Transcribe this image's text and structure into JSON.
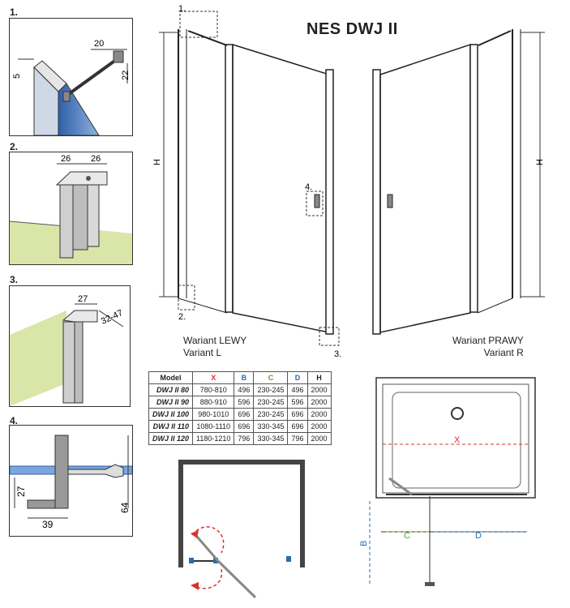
{
  "title": "NES DWJ II",
  "detail_numbers": [
    "1.",
    "2.",
    "3.",
    "4."
  ],
  "detail1": {
    "dims": [
      "20",
      "5",
      "22"
    ]
  },
  "detail2": {
    "dims": [
      "26",
      "26"
    ]
  },
  "detail3": {
    "dims": [
      "27",
      "32-47"
    ]
  },
  "detail4": {
    "dims": [
      "27",
      "39",
      "64"
    ]
  },
  "elevation": {
    "callouts": [
      "1.",
      "2.",
      "3.",
      "4."
    ],
    "h_label": "H",
    "left_variant": [
      "Wariant LEWY",
      "Variant L"
    ],
    "right_variant": [
      "Wariant PRAWY",
      "Variant R"
    ]
  },
  "table": {
    "headers": [
      "Model",
      "X",
      "B",
      "C",
      "D",
      "H"
    ],
    "header_colors": [
      "#222222",
      "#d9322b",
      "#2b6bb0",
      "#5aa02c",
      "#2b6bb0",
      "#222222"
    ],
    "rows": [
      [
        "DWJ II 80",
        "780-810",
        "496",
        "230-245",
        "496",
        "2000"
      ],
      [
        "DWJ II 90",
        "880-910",
        "596",
        "230-245",
        "596",
        "2000"
      ],
      [
        "DWJ II 100",
        "980-1010",
        "696",
        "230-245",
        "696",
        "2000"
      ],
      [
        "DWJ II 110",
        "1080-1110",
        "696",
        "330-345",
        "696",
        "2000"
      ],
      [
        "DWJ II 120",
        "1180-1210",
        "796",
        "330-345",
        "796",
        "2000"
      ]
    ]
  },
  "plan": {
    "x": "X",
    "b": "B",
    "c": "C",
    "d": "D"
  },
  "colors": {
    "glass": "#3d6fb7",
    "floor": "#d9e6a8",
    "dim": "#222222",
    "x": "#d9322b",
    "b": "#2b6bb0",
    "c": "#5aa02c",
    "d": "#2b6bb0",
    "swing": "#d9322b"
  }
}
